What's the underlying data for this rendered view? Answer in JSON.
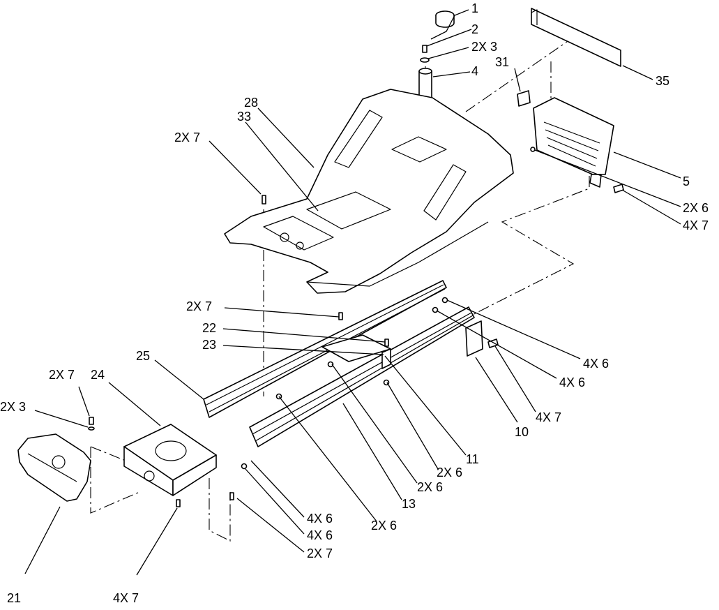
{
  "callouts": [
    {
      "id": "c01",
      "text": "1"
    },
    {
      "id": "c02",
      "text": "2"
    },
    {
      "id": "c03",
      "text": "2X 3"
    },
    {
      "id": "c04",
      "text": "4"
    },
    {
      "id": "c05",
      "text": "31"
    },
    {
      "id": "c06",
      "text": "35"
    },
    {
      "id": "c07",
      "text": "28"
    },
    {
      "id": "c08",
      "text": "33"
    },
    {
      "id": "c09",
      "text": "2X 7"
    },
    {
      "id": "c10",
      "text": "5"
    },
    {
      "id": "c11",
      "text": "2X 6"
    },
    {
      "id": "c12",
      "text": "4X 7"
    },
    {
      "id": "c13",
      "text": "2X 7"
    },
    {
      "id": "c14",
      "text": "22"
    },
    {
      "id": "c15",
      "text": "23"
    },
    {
      "id": "c16",
      "text": "25"
    },
    {
      "id": "c17",
      "text": "4X 6"
    },
    {
      "id": "c18",
      "text": "4X 6"
    },
    {
      "id": "c19",
      "text": "4X 7"
    },
    {
      "id": "c20",
      "text": "10"
    },
    {
      "id": "c21",
      "text": "2X 7"
    },
    {
      "id": "c22",
      "text": "24"
    },
    {
      "id": "c23",
      "text": "2X 3"
    },
    {
      "id": "c24",
      "text": "11"
    },
    {
      "id": "c25",
      "text": "2X 6"
    },
    {
      "id": "c26",
      "text": "2X 6"
    },
    {
      "id": "c27",
      "text": "13"
    },
    {
      "id": "c28",
      "text": "4X 6"
    },
    {
      "id": "c29",
      "text": "4X 6"
    },
    {
      "id": "c30",
      "text": "2X 6"
    },
    {
      "id": "c31",
      "text": "2X 7"
    },
    {
      "id": "c32",
      "text": "21"
    },
    {
      "id": "c33",
      "text": "4X 7"
    }
  ]
}
